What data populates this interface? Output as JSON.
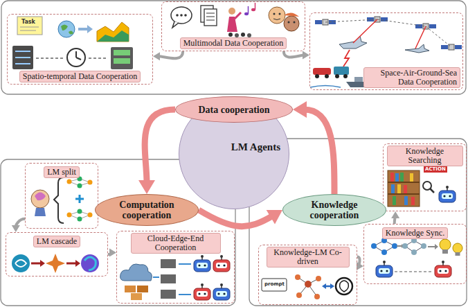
{
  "diagram": {
    "nodes": [
      {
        "text": [
          "Multimodal Data Cooperation"
        ]
      },
      {
        "text": [
          "Spatio-temporal Data Cooperation"
        ]
      },
      {
        "text": [
          "Space-Air-Ground-Sea Data Cooperation"
        ]
      },
      {
        "text": [
          "Data cooperation"
        ]
      },
      {
        "text": [
          "LM Agents"
        ]
      },
      {
        "text": [
          "Computation cooperation"
        ]
      },
      {
        "text": [
          "Knowledge cooperation"
        ]
      },
      {
        "text": [
          "LM split"
        ]
      },
      {
        "text": [
          "LM cascade"
        ]
      },
      {
        "text": [
          "Cloud-Edge-End Cooperation"
        ]
      },
      {
        "text": [
          "Knowledge Searching"
        ]
      },
      {
        "text": [
          "Knowledge Sync."
        ]
      },
      {
        "text": [
          "Knowledge-LM Co-driven"
        ]
      }
    ],
    "edges": [
      {
        "from": 0,
        "to": 1,
        "arrow": "to"
      },
      {
        "from": 0,
        "to": 2,
        "arrow": "to"
      },
      {
        "from": 3,
        "to": 5,
        "arrow": "to"
      },
      {
        "from": 5,
        "to": 6,
        "arrow": "to"
      },
      {
        "from": 6,
        "to": 3,
        "arrow": "to"
      },
      {
        "from": 7,
        "to": 8,
        "arrow": "to"
      },
      {
        "from": 8,
        "to": 9,
        "arrow": "to"
      },
      {
        "from": 12,
        "to": 11,
        "arrow": "to"
      },
      {
        "from": 11,
        "to": 10,
        "arrow": "to"
      }
    ],
    "labels": [
      "Task",
      "ACTION",
      "prompt"
    ]
  }
}
